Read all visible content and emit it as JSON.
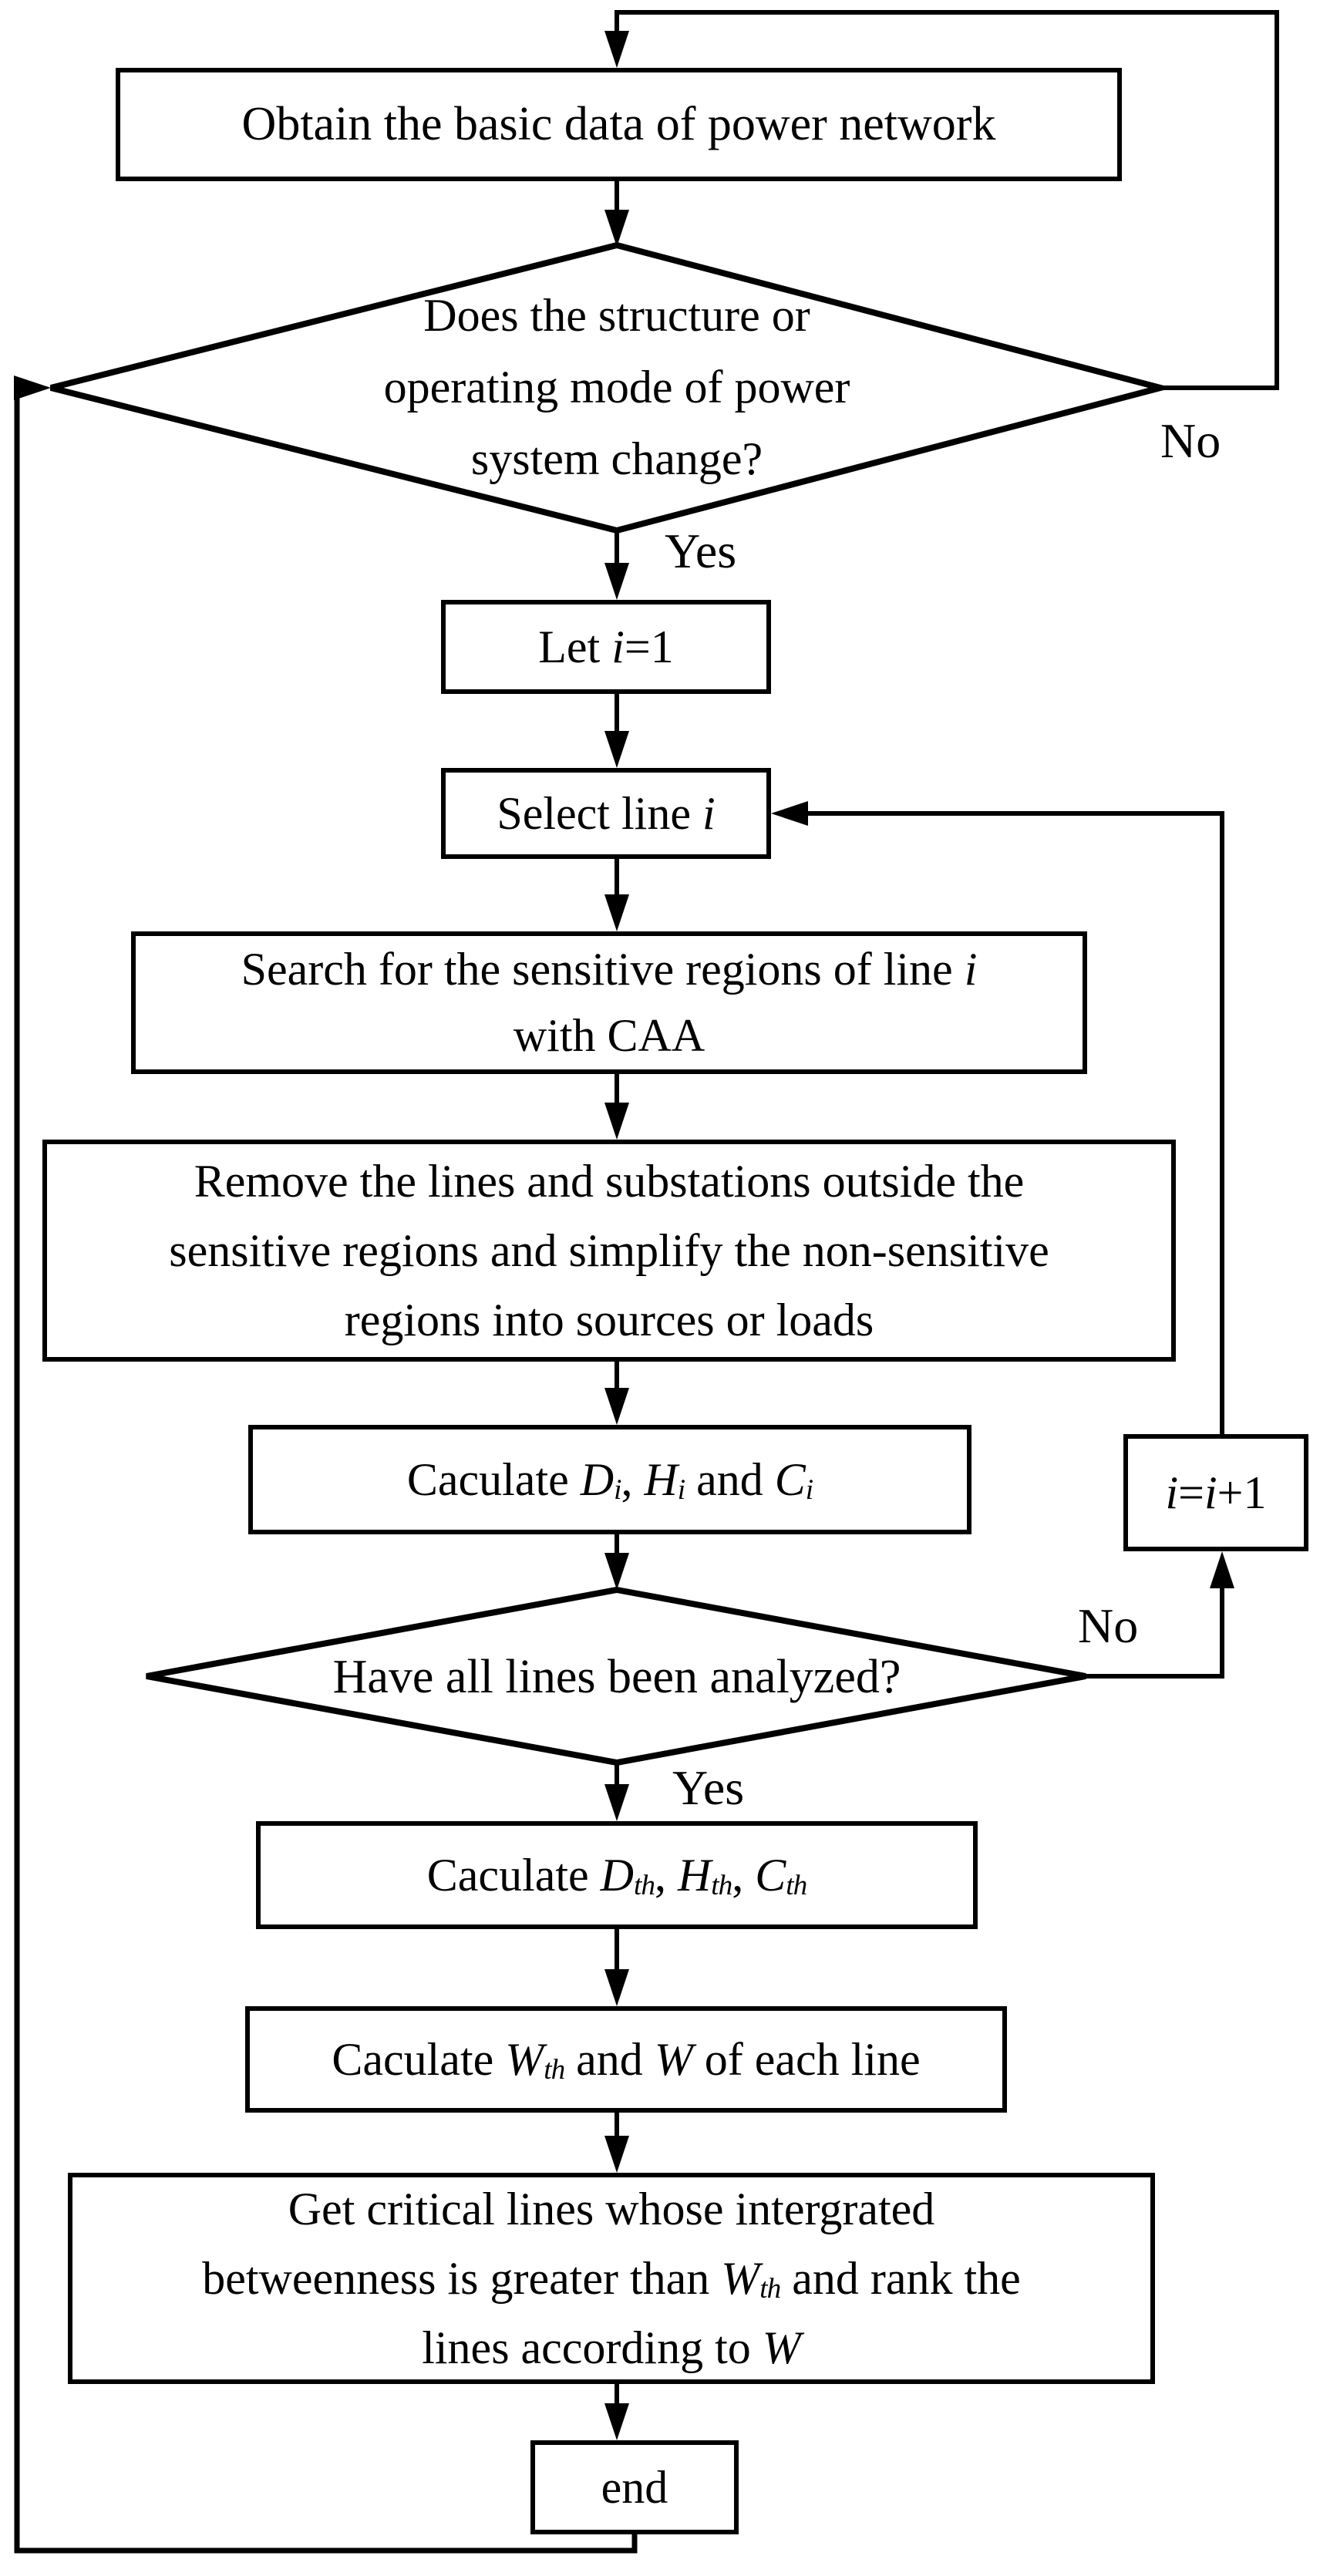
{
  "colors": {
    "background": "#ffffff",
    "stroke": "#000000",
    "text": "#000000"
  },
  "nodes": {
    "obtain": {
      "type": "process",
      "segments": [
        {
          "t": "Obtain the basic data of power network"
        }
      ]
    },
    "decision_change": {
      "type": "decision",
      "segments": [
        {
          "t": "Does the structure or"
        },
        {
          "s": "br"
        },
        {
          "t": "operating mode of power"
        },
        {
          "s": "br"
        },
        {
          "t": "system change?"
        }
      ]
    },
    "let_i": {
      "type": "process",
      "segments": [
        {
          "t": "Let "
        },
        {
          "t": "i",
          "s": "i"
        },
        {
          "t": "=1"
        }
      ]
    },
    "select_line": {
      "type": "process",
      "segments": [
        {
          "t": "Select line "
        },
        {
          "t": "i",
          "s": "i"
        }
      ]
    },
    "search": {
      "type": "process",
      "segments": [
        {
          "t": "Search for the sensitive regions of line "
        },
        {
          "t": "i",
          "s": "i"
        },
        {
          "s": "br"
        },
        {
          "t": "with CAA"
        }
      ]
    },
    "remove": {
      "type": "process",
      "segments": [
        {
          "t": "Remove the lines and substations outside the"
        },
        {
          "s": "br"
        },
        {
          "t": "sensitive regions and simplify the non-sensitive"
        },
        {
          "s": "br"
        },
        {
          "t": "regions into  sources or loads"
        }
      ]
    },
    "calc_i": {
      "type": "process",
      "segments": [
        {
          "t": "Caculate "
        },
        {
          "t": "D",
          "s": "i"
        },
        {
          "t": "i",
          "s": "isub"
        },
        {
          "t": ", "
        },
        {
          "t": "H",
          "s": "i"
        },
        {
          "t": "i",
          "s": "isub"
        },
        {
          "t": " and "
        },
        {
          "t": "C",
          "s": "i"
        },
        {
          "t": "i",
          "s": "isub"
        }
      ]
    },
    "inc_i": {
      "type": "process",
      "segments": [
        {
          "t": "i",
          "s": "i"
        },
        {
          "t": "="
        },
        {
          "t": "i",
          "s": "i"
        },
        {
          "t": "+1"
        }
      ]
    },
    "decision_all": {
      "type": "decision",
      "segments": [
        {
          "t": "Have all lines been analyzed?"
        }
      ]
    },
    "calc_th": {
      "type": "process",
      "segments": [
        {
          "t": "Caculate "
        },
        {
          "t": "D",
          "s": "i"
        },
        {
          "t": "th",
          "s": "isub"
        },
        {
          "t": ", "
        },
        {
          "t": "H",
          "s": "i"
        },
        {
          "t": "th",
          "s": "isub"
        },
        {
          "t": ", "
        },
        {
          "t": "C",
          "s": "i"
        },
        {
          "t": "th",
          "s": "isub"
        }
      ]
    },
    "calc_w": {
      "type": "process",
      "segments": [
        {
          "t": "Caculate "
        },
        {
          "t": "W",
          "s": "i"
        },
        {
          "t": "th",
          "s": "isub"
        },
        {
          "t": " and "
        },
        {
          "t": "W",
          "s": "i"
        },
        {
          "t": " of each line"
        }
      ]
    },
    "get_critical": {
      "type": "process",
      "segments": [
        {
          "t": "Get critical lines whose intergrated"
        },
        {
          "s": "br"
        },
        {
          "t": "betweenness is greater than "
        },
        {
          "t": "W",
          "s": "i"
        },
        {
          "t": "th",
          "s": "isub"
        },
        {
          "t": " and rank the"
        },
        {
          "s": "br"
        },
        {
          "t": "lines according to "
        },
        {
          "t": "W",
          "s": "i"
        }
      ]
    },
    "end": {
      "type": "terminator",
      "segments": [
        {
          "t": "end"
        }
      ]
    }
  },
  "labels": {
    "no_top": "No",
    "yes_top": "Yes",
    "no_mid": "No",
    "yes_mid": "Yes"
  }
}
